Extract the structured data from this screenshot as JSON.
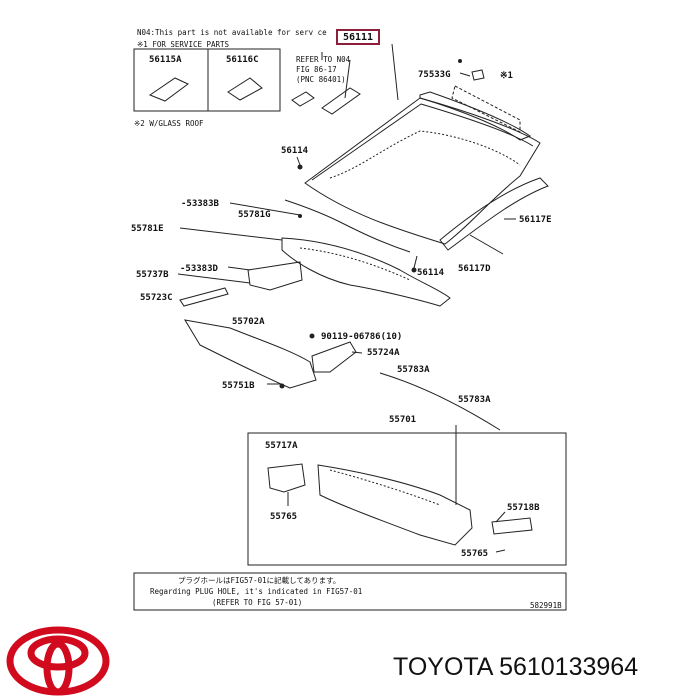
{
  "diagram": {
    "header_note": "N04:This part is not available for serv ce",
    "service_note": "※1 FOR SERVICE PARTS",
    "glass_note": "※2 W/GLASS ROOF",
    "refer_lines": [
      "REFER TO N04",
      "FIG 86-17",
      "(PNC 86401)"
    ],
    "figure_code": "582991B",
    "highlight_part": "56111",
    "parts": {
      "p56115A": "56115A",
      "p56116C": "56116C",
      "p75533G": "75533G",
      "mark1": "※1",
      "p56114a": "56114",
      "p53383B": "-53383B",
      "p55781G": "55781G",
      "p55781E": "55781E",
      "p55737B": "55737B",
      "p53383D": "-53383D",
      "p55723C": "55723C",
      "p55702A": "55702A",
      "p90119": "90119-06786(10)",
      "p55724A": "55724A",
      "p55783A1": "55783A",
      "p55751B": "55751B",
      "p55783A2": "55783A",
      "p56117E": "56117E",
      "p56114b": "56114",
      "p56117D": "56117D",
      "p55701": "55701",
      "p55717A": "55717A",
      "p55765a": "55765",
      "p55718B": "55718B",
      "p55765b": "55765"
    },
    "bottom_note": [
      "プラグホールはFIG57-01に記載してあります。",
      "Regarding PLUG HOLE, it's indicated in FIG57-01",
      "(REFER TO FIG 57-01)"
    ]
  },
  "footer": {
    "brand": "TOYOTA",
    "part_number": "5610133964",
    "logo_color": "#d10a1e"
  }
}
